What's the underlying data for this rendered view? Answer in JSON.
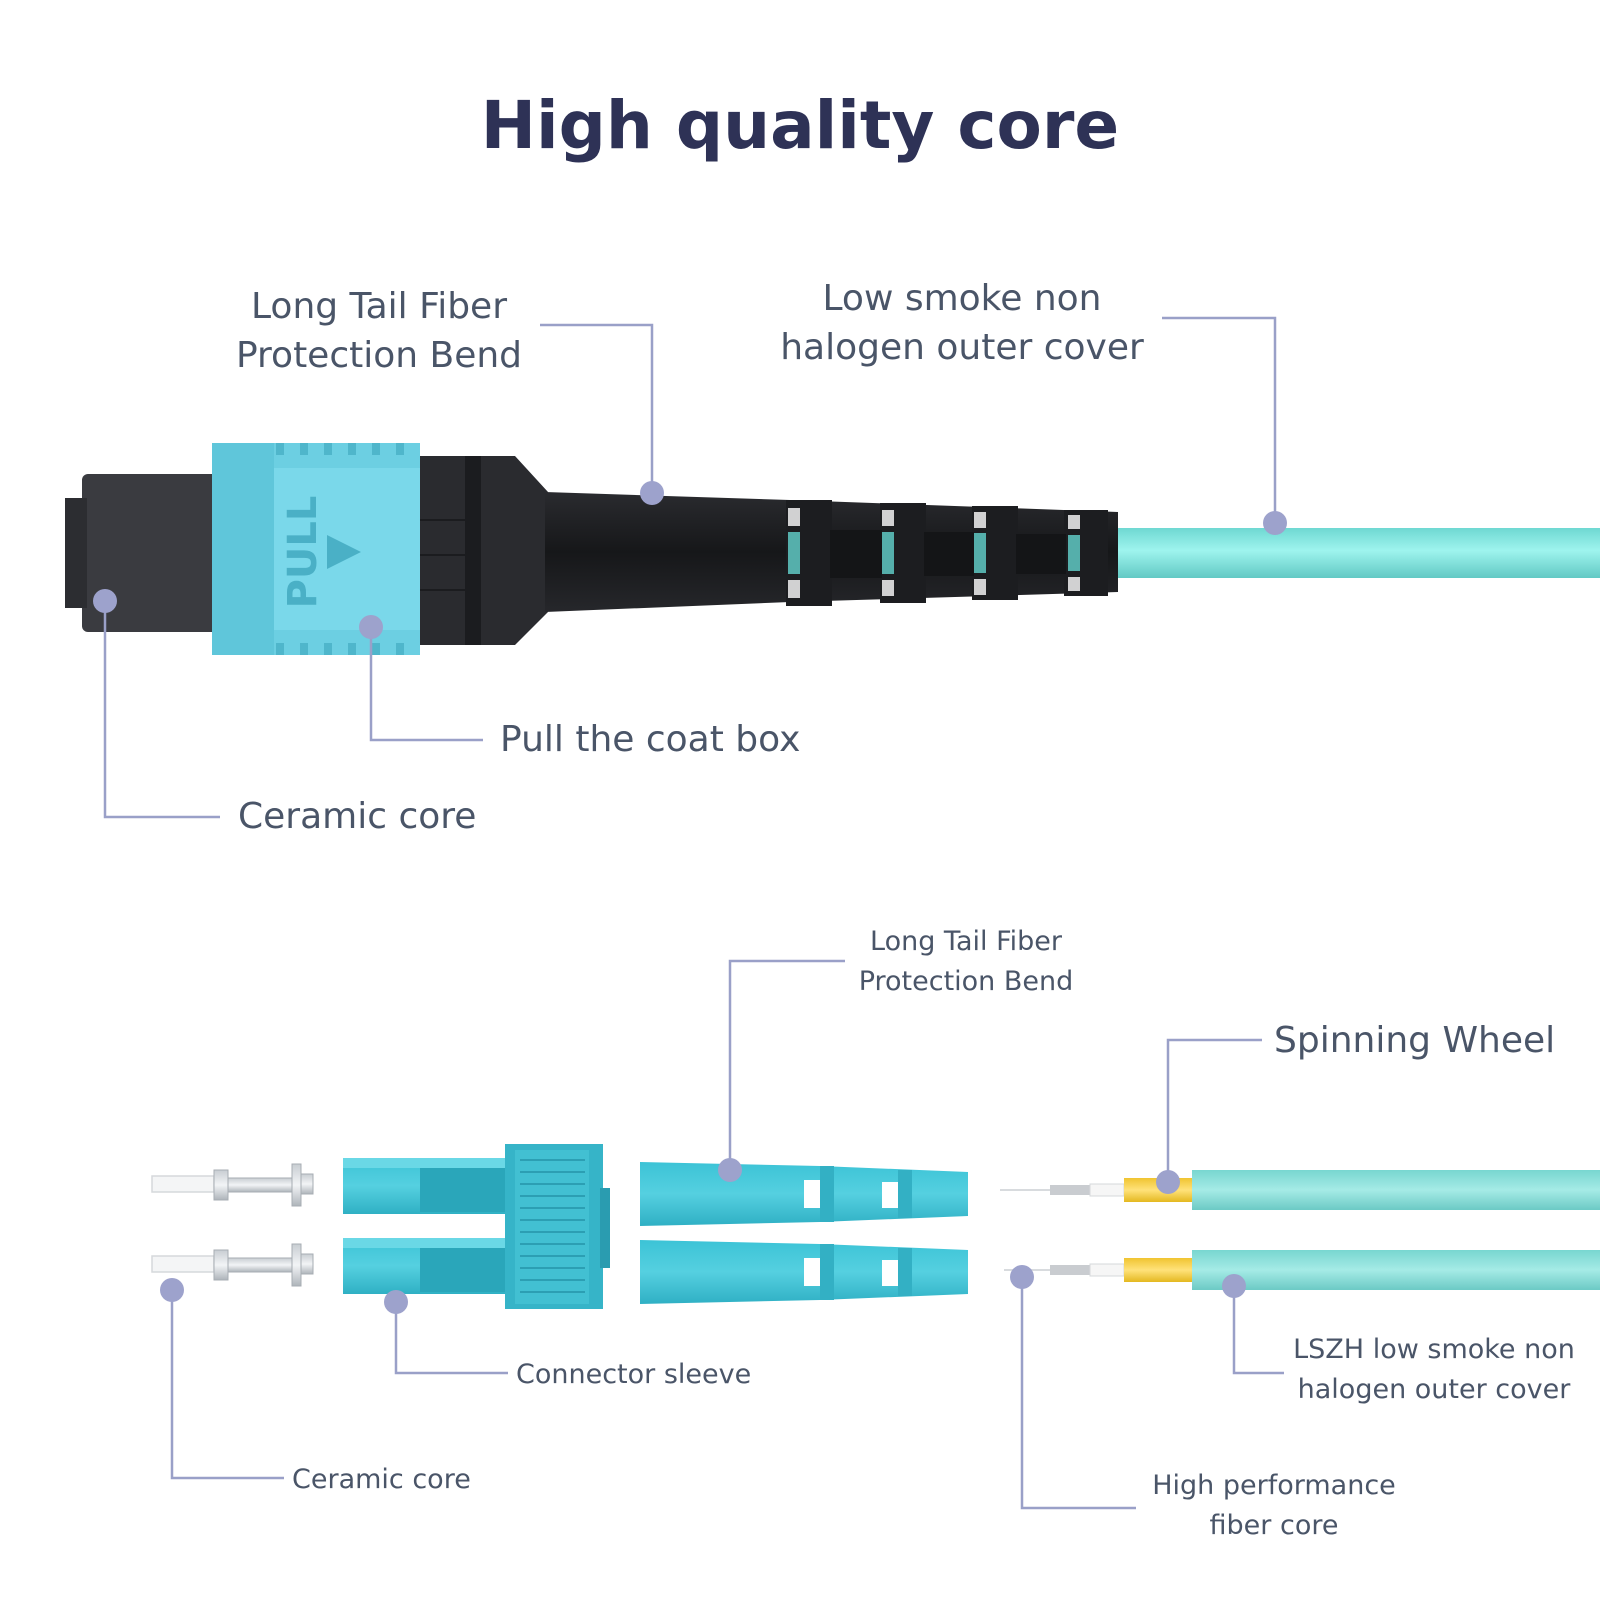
{
  "title": "High quality core",
  "mpo": {
    "pull_text": "PULL",
    "labels": {
      "long_tail_line1": "Long Tail Fiber",
      "long_tail_line2": "Protection Bend",
      "low_smoke_line1": "Low smoke non",
      "low_smoke_line2": "halogen outer cover",
      "pull_coat_box": "Pull the coat box",
      "ceramic_core": "Ceramic core"
    }
  },
  "lc": {
    "labels": {
      "long_tail_line1": "Long Tail Fiber",
      "long_tail_line2": "Protection Bend",
      "spinning_wheel": "Spinning Wheel",
      "connector_sleeve": "Connector sleeve",
      "lszh_line1": "LSZH low smoke non",
      "lszh_line2": "halogen outer cover",
      "ceramic_core": "Ceramic core",
      "fiber_core_line1": "High performance",
      "fiber_core_line2": "fiber core"
    }
  },
  "colors": {
    "title": "#2e3256",
    "label": "#4a5568",
    "leader": "#9aa0c8",
    "aqua_cable": "#7fe0dc",
    "aqua_connector": "#3fb8cc",
    "boot_black": "#1e1f22",
    "spinning_wheel_yellow": "#f3d040"
  }
}
